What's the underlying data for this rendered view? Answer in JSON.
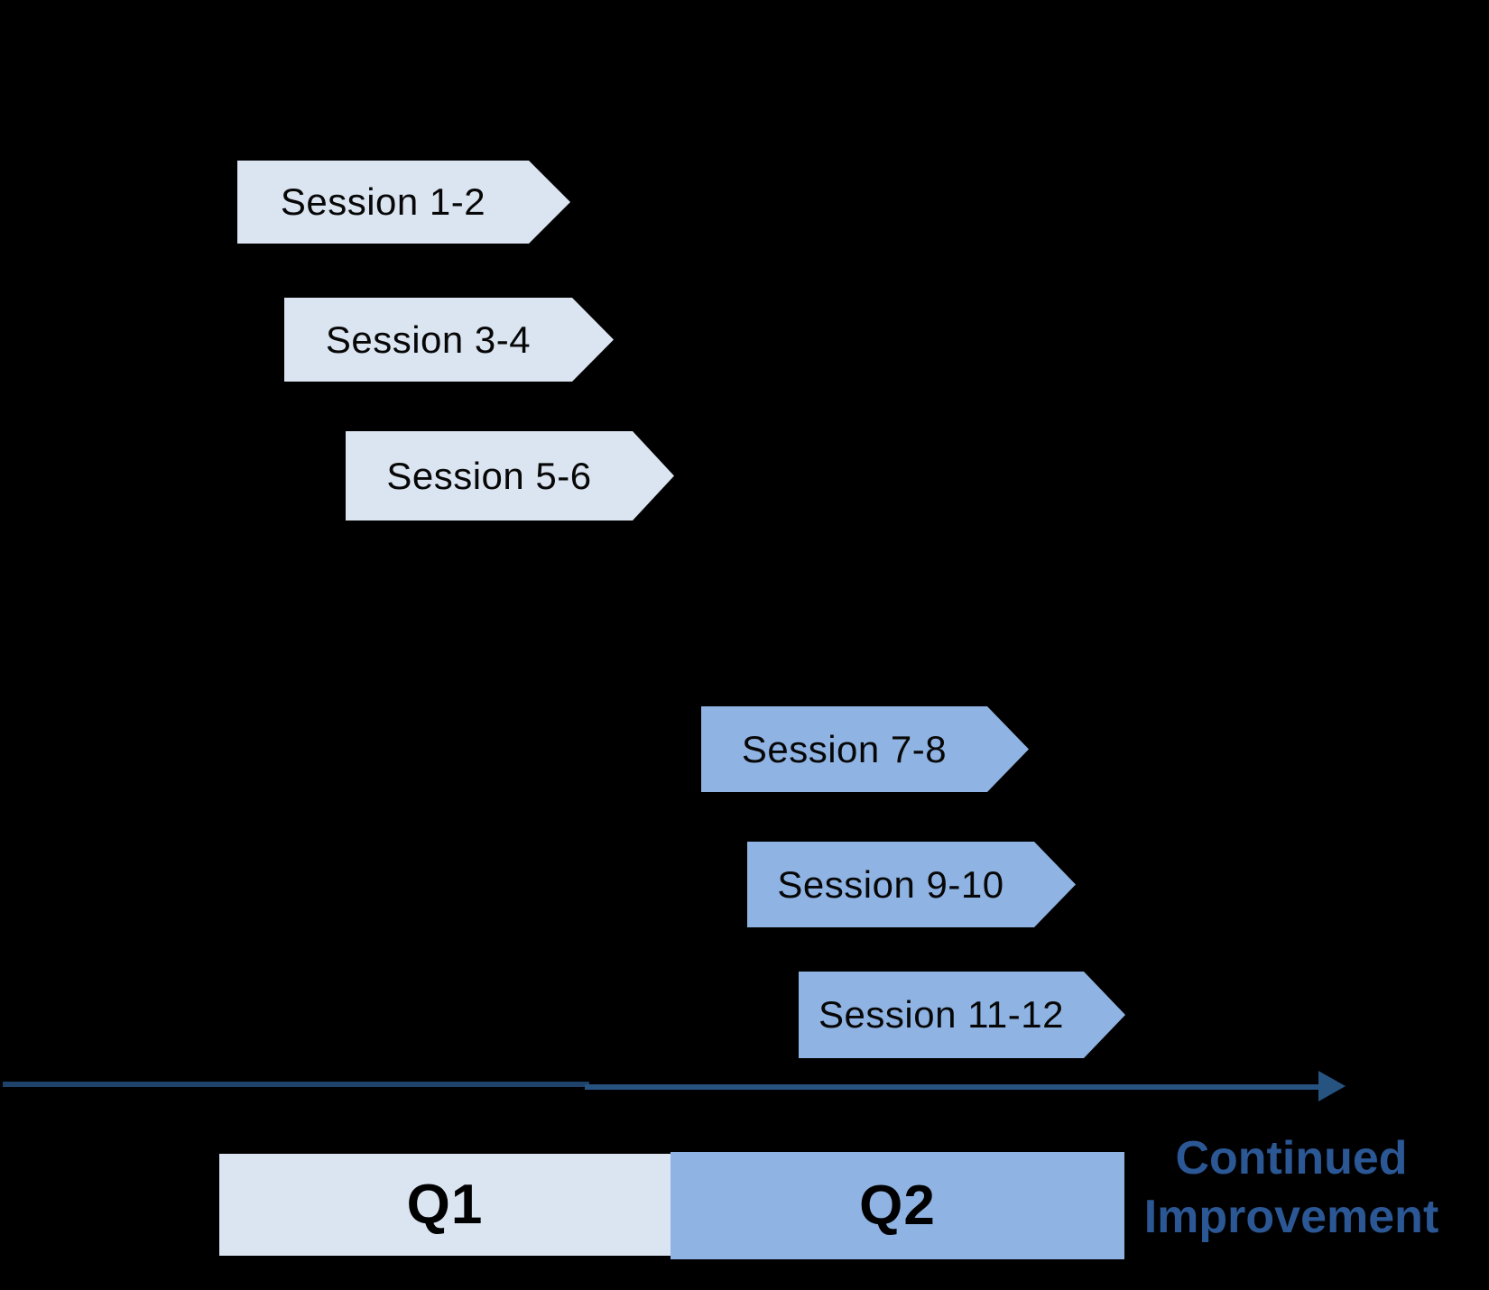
{
  "background_color": "#000000",
  "colors": {
    "light_blue_fill": "#dbe5f1",
    "medium_blue_fill": "#8fb3e2",
    "axis_left_segment": "#1e4269",
    "axis_right_segment": "#265380",
    "caption_blue": "#2b5794",
    "arrow_label_text": "#070707",
    "quarter_label_text": "#000000"
  },
  "arrows": [
    {
      "label": "Session 1-2",
      "tone": "light"
    },
    {
      "label": "Session 3-4",
      "tone": "light"
    },
    {
      "label": "Session 5-6",
      "tone": "light"
    },
    {
      "label": "Session 7-8",
      "tone": "medium"
    },
    {
      "label": "Session 9-10",
      "tone": "medium"
    },
    {
      "label": "Session 11-12",
      "tone": "medium"
    }
  ],
  "timeline": {
    "q1_label": "Q1",
    "q2_label": "Q2",
    "caption_line1": "Continued",
    "caption_line2": "Improvement"
  }
}
